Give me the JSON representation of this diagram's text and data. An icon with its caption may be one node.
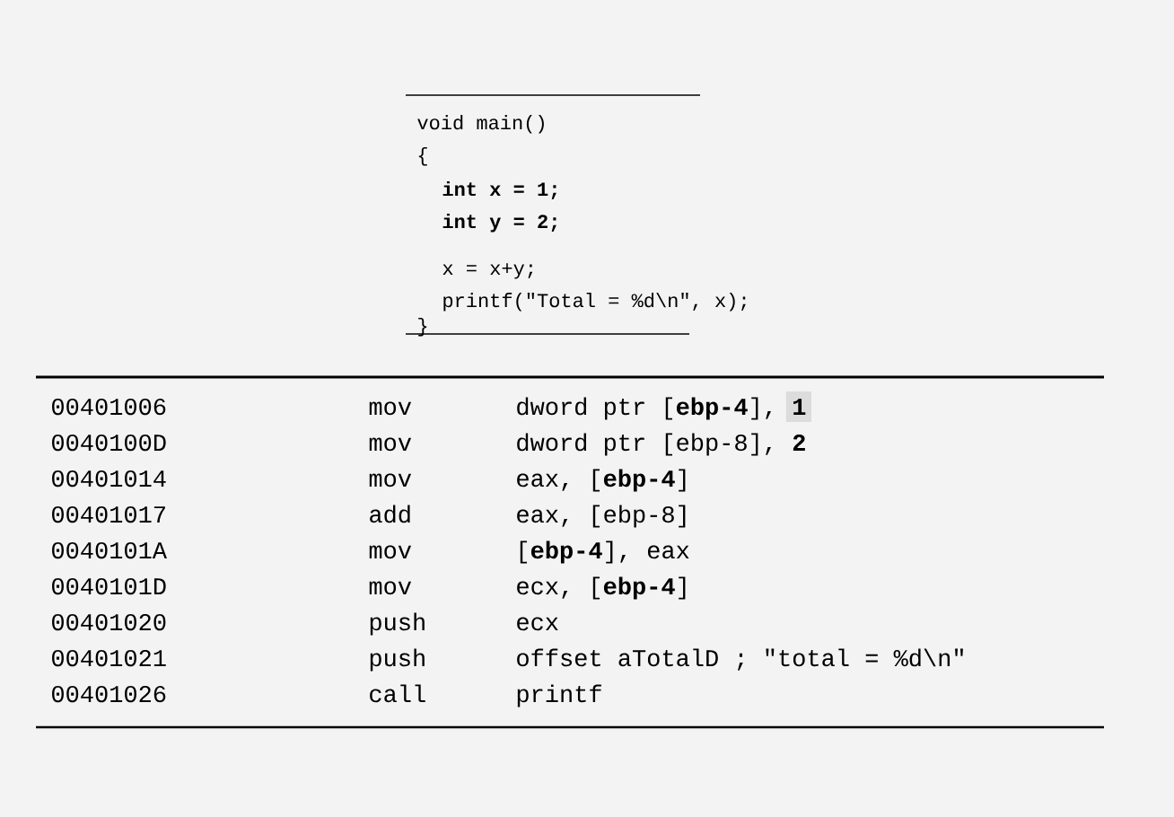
{
  "diagram": {
    "labels": [
      "void main()",
      "{",
      "int x = 1;",
      "int y = 2;",
      "x = x+y;",
      "printf(\"Total = %d\\n\", x);",
      "}",
      "00401006",
      "mov",
      "dword ptr [**ebp-4**], **1**",
      "0040100D",
      "mov",
      "dword ptr [ebp-8], **2**",
      "00401014",
      "mov",
      "eax, [**ebp-4**]",
      "00401017",
      "add",
      "eax, [ebp-8]",
      "0040101A",
      "mov",
      "[**ebp-4**], eax",
      "0040101D",
      "mov",
      "ecx, [**ebp-4**]",
      "00401020",
      "push",
      "ecx",
      "00401021",
      "push",
      "offset aTotalD  ; \"total = %d\\n\"",
      "00401026",
      "call",
      "printf"
    ]
  }
}
